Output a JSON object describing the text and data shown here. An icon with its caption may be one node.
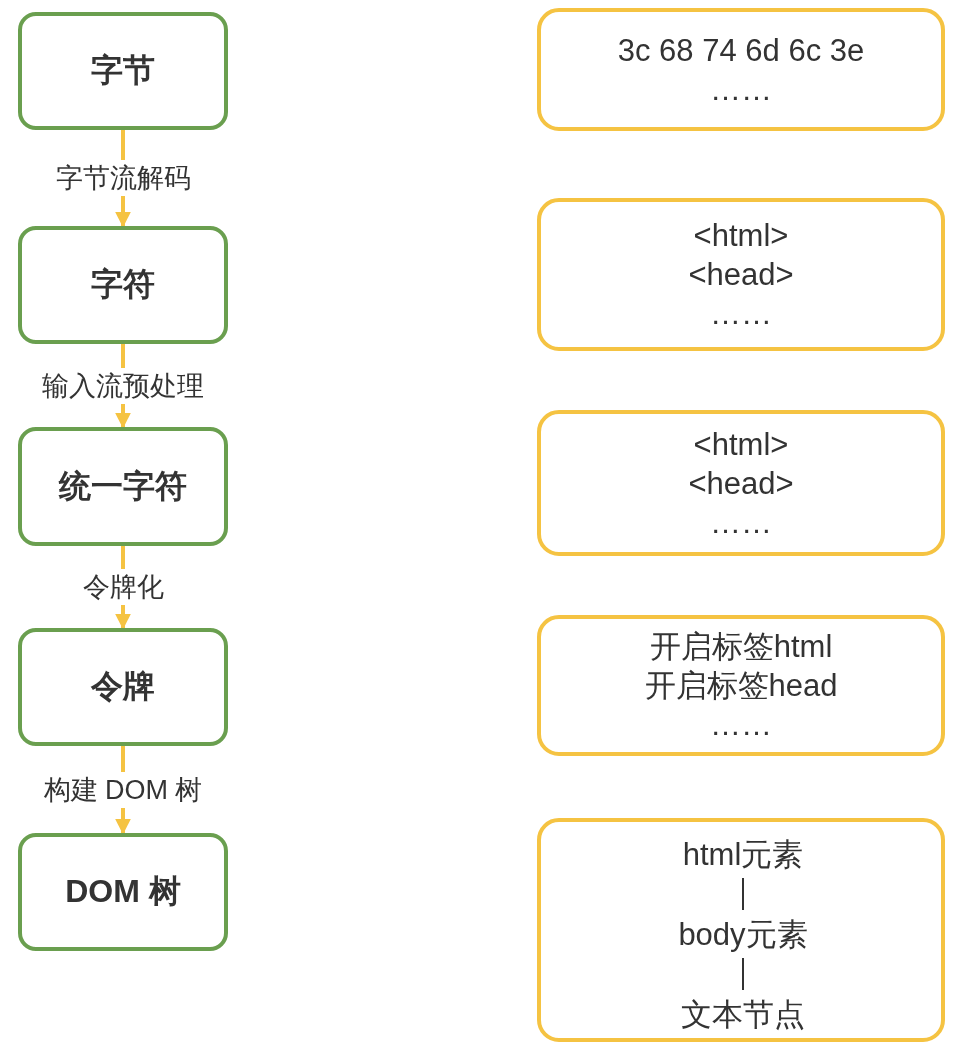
{
  "diagram": {
    "nodes": [
      {
        "text": [
          "字节"
        ]
      },
      {
        "text": [
          "字符"
        ]
      },
      {
        "text": [
          "统一字符"
        ]
      },
      {
        "text": [
          "令牌"
        ]
      },
      {
        "text": [
          "DOM 树"
        ]
      },
      {
        "text": [
          "3c 68 74 6d 6c 3e",
          "……"
        ]
      },
      {
        "text": [
          "<html>",
          "<head>",
          "……"
        ]
      },
      {
        "text": [
          "<html>",
          "<head>",
          "……"
        ]
      },
      {
        "text": [
          "开启标签html",
          "开启标签head",
          "……"
        ]
      },
      {
        "text": [],
        "shape": "box"
      },
      {
        "text": [
          "html元素"
        ],
        "in": 9
      },
      {
        "text": [
          "body元素"
        ],
        "in": 9
      },
      {
        "text": [
          "文本节点"
        ],
        "in": 9
      }
    ],
    "edges": [
      {
        "from": 0,
        "to": 1,
        "arrow": "to",
        "label": "字节流解码"
      },
      {
        "from": 1,
        "to": 2,
        "arrow": "to",
        "label": "输入流预处理"
      },
      {
        "from": 2,
        "to": 3,
        "arrow": "to",
        "label": "令牌化"
      },
      {
        "from": 3,
        "to": 4,
        "arrow": "to",
        "label": "构建 DOM 树"
      },
      {
        "from": 10,
        "to": 11,
        "arrow": "none",
        "color": "#333333"
      },
      {
        "from": 11,
        "to": 12,
        "arrow": "none",
        "color": "#333333"
      }
    ]
  }
}
